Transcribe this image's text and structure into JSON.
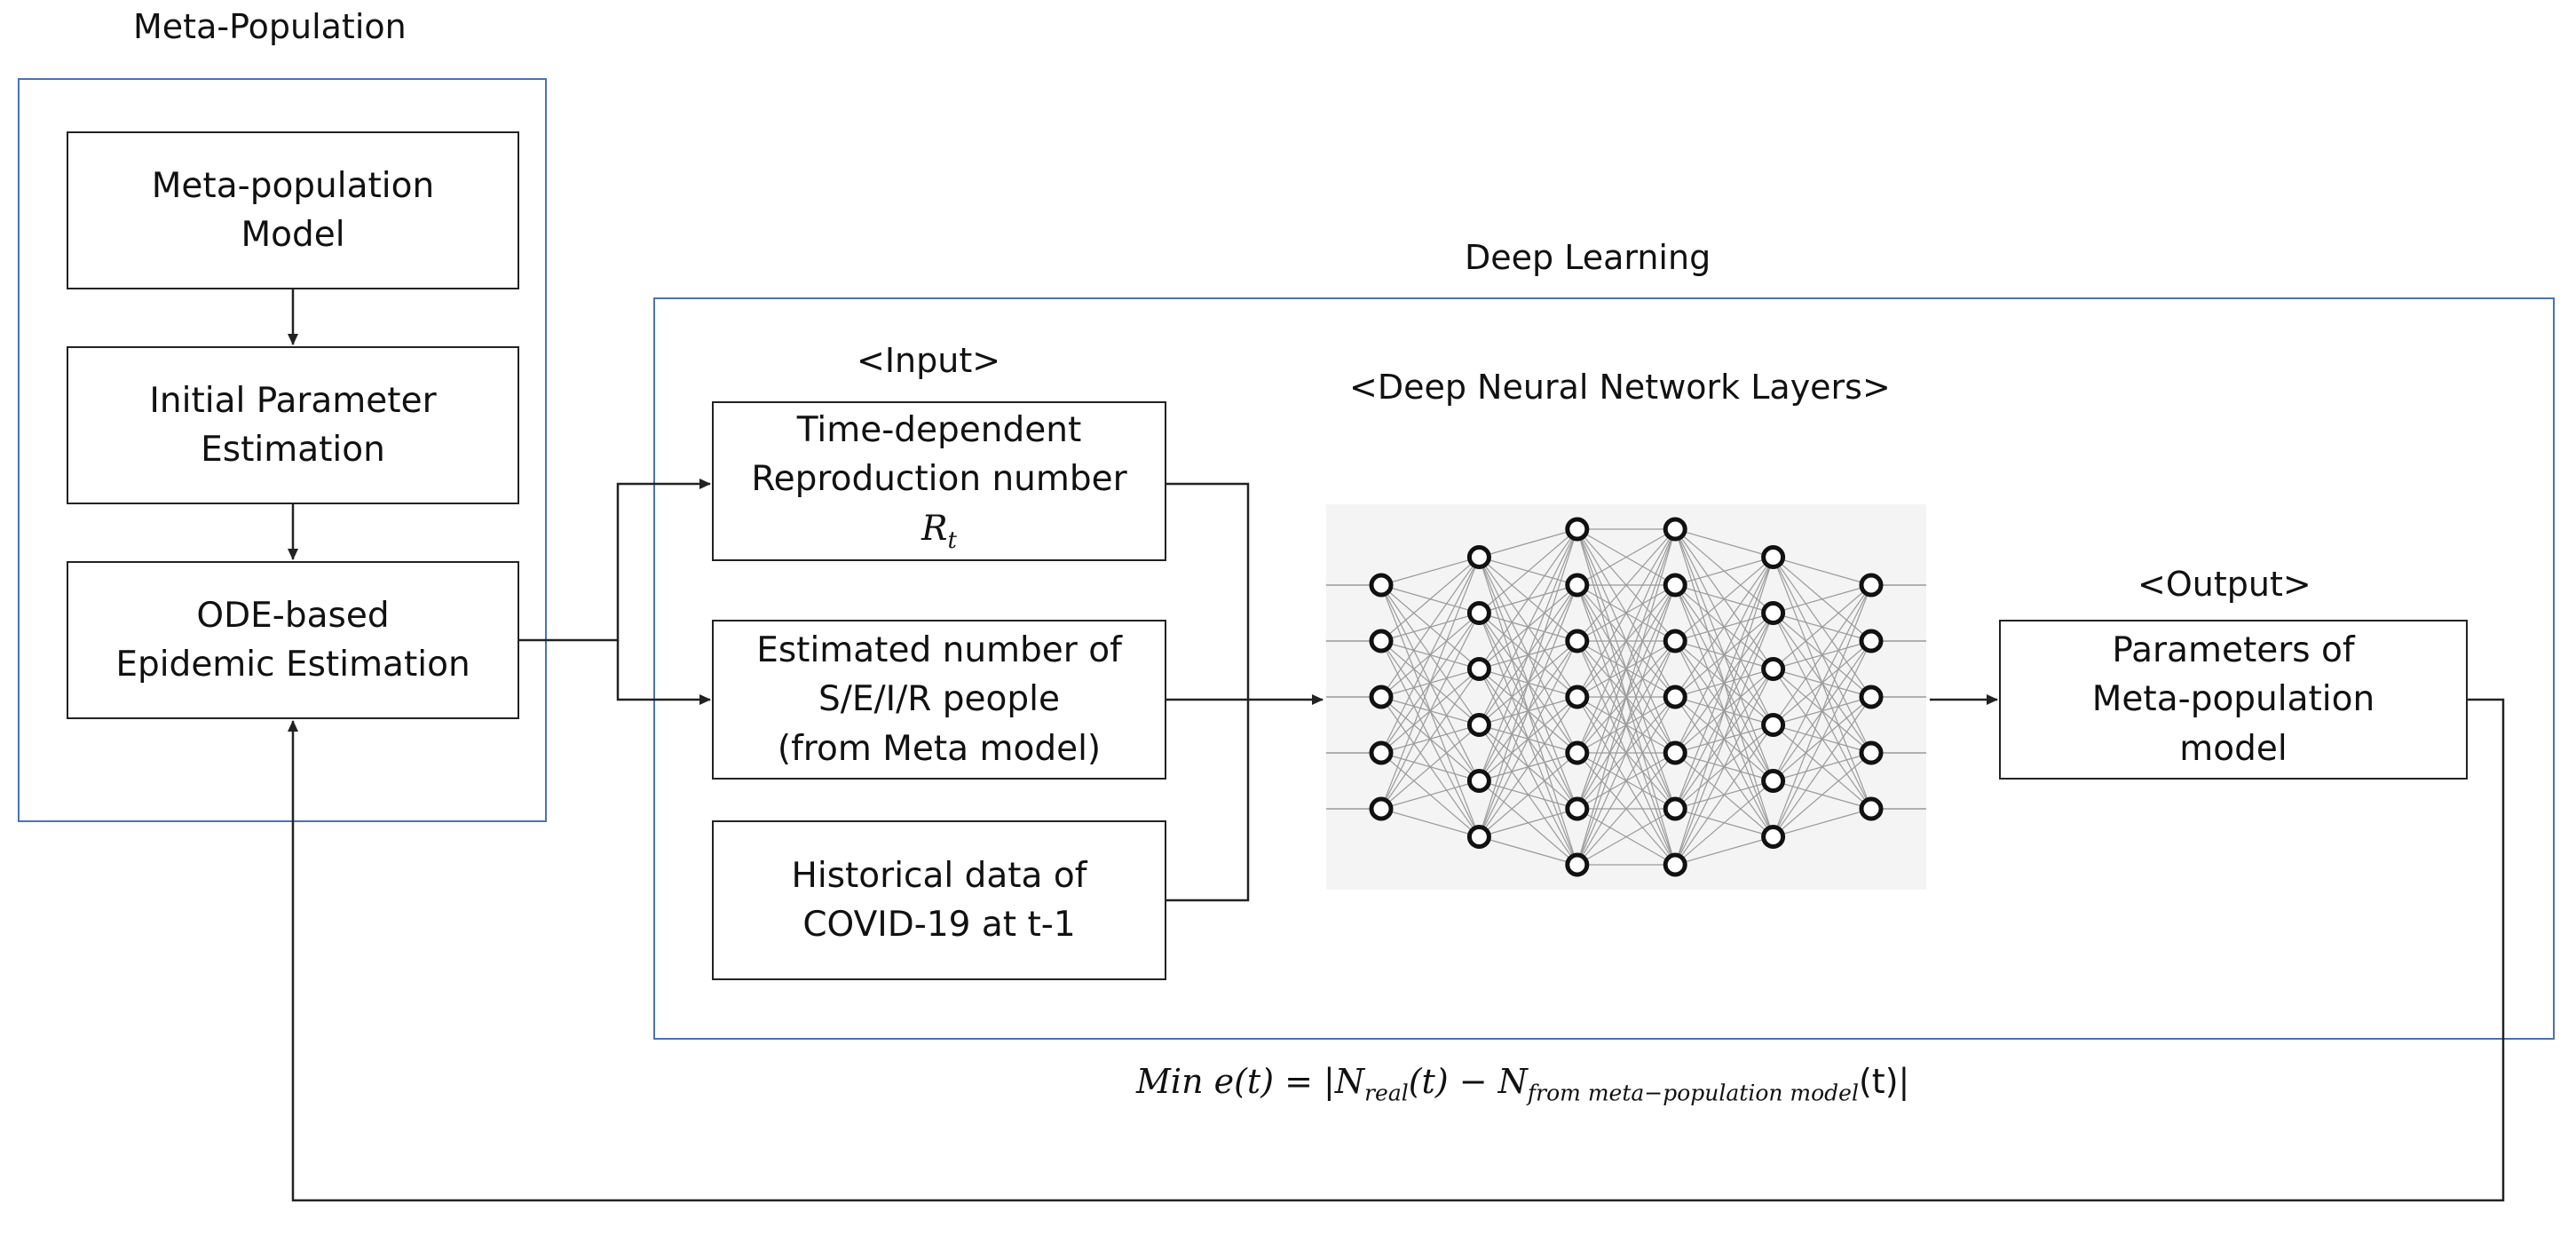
{
  "meta_population": {
    "title": "Meta-Population",
    "boxes": [
      {
        "lines": [
          "Meta-population",
          "Model"
        ]
      },
      {
        "lines": [
          "Initial Parameter",
          "Estimation"
        ]
      },
      {
        "lines": [
          "ODE-based",
          "Epidemic Estimation"
        ]
      }
    ]
  },
  "deep_learning": {
    "title": "Deep Learning",
    "input_label": "<Input>",
    "dnn_label": "<Deep Neural Network Layers>",
    "output_label": "<Output>",
    "inputs": [
      {
        "lines": [
          "Time-dependent",
          "Reproduction number"
        ],
        "symbol": "R",
        "symbol_sub": "t"
      },
      {
        "lines": [
          "Estimated number of",
          "S/E/I/R people",
          "(from Meta model)"
        ]
      },
      {
        "lines": [
          "Historical data of",
          "COVID-19 at t-1"
        ]
      }
    ],
    "output_box": {
      "lines": [
        "Parameters of",
        "Meta-population",
        "model"
      ]
    },
    "layer_sizes": [
      5,
      6,
      7,
      7,
      6,
      5
    ]
  },
  "formula": {
    "lhs": "Min e(t) = |N",
    "sub1": "real",
    "mid": "(t) − N",
    "sub2": "from meta−population model",
    "t_upright": "(t)",
    "end": "|"
  },
  "colors": {
    "group_border": "#4a72b8",
    "box_border": "#222222",
    "line": "#222222",
    "node": "#111111",
    "edge": "#9a9a9a"
  }
}
